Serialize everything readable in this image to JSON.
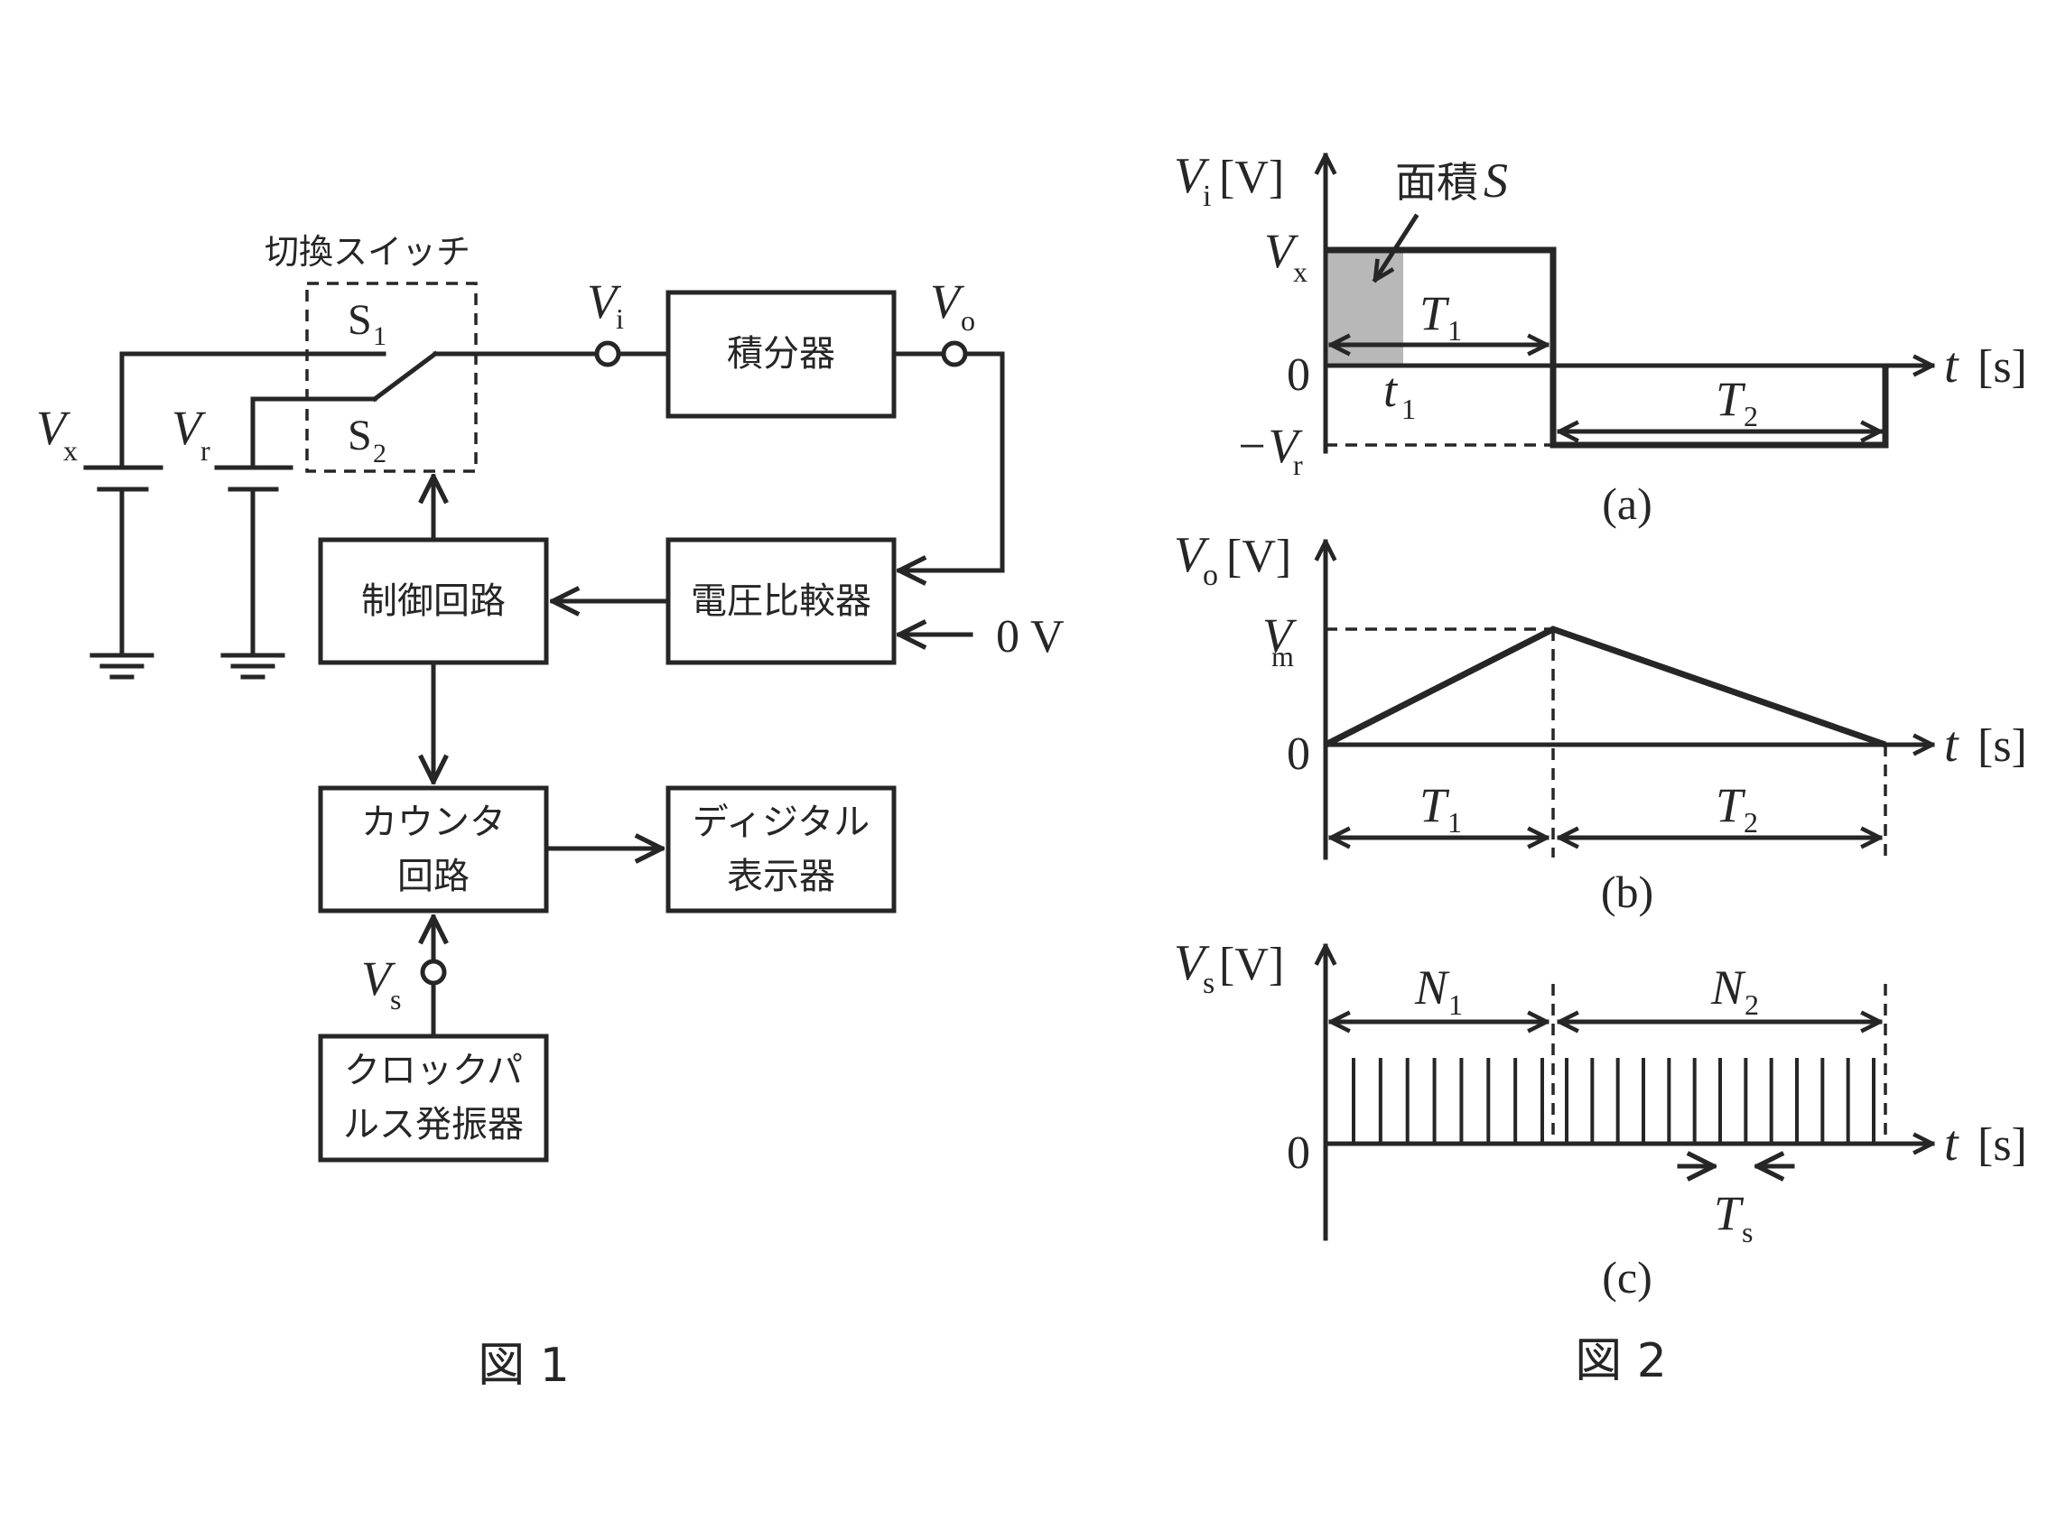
{
  "fig1": {
    "caption": "図 1",
    "switch_label": "切換スイッチ",
    "s1": "S",
    "s1_sub": "1",
    "s2": "S",
    "s2_sub": "2",
    "vx": "V",
    "vx_sub": "x",
    "vr": "V",
    "vr_sub": "r",
    "vi": "V",
    "vi_sub": "i",
    "vo": "V",
    "vo_sub": "o",
    "vs": "V",
    "vs_sub": "s",
    "zero_v": "0 V",
    "blocks": {
      "integrator": "積分器",
      "comparator": "電圧比較器",
      "control": "制御回路",
      "counter_l1": "カウンタ",
      "counter_l2": "回路",
      "display_l1": "ディジタル",
      "display_l2": "表示器",
      "clock_l1": "クロックパ",
      "clock_l2": "ルス発振器"
    }
  },
  "fig2": {
    "caption": "図 2",
    "a": {
      "label": "(a)",
      "y_axis": "V",
      "y_sub": "i",
      "y_unit": "[V]",
      "area_label": "面積",
      "area_sym": "S",
      "vx": "V",
      "vx_sub": "x",
      "zero": "0",
      "neg_vr": "−V",
      "neg_vr_sub": "r",
      "T1": "T",
      "T1_sub": "1",
      "t1": "t",
      "t1_sub": "1",
      "T2": "T",
      "T2_sub": "2",
      "x_axis": "t",
      "x_unit": "[s]"
    },
    "b": {
      "label": "(b)",
      "y_axis": "V",
      "y_sub": "o",
      "y_unit": "[V]",
      "vm": "V",
      "vm_sub": "m",
      "zero": "0",
      "T1": "T",
      "T1_sub": "1",
      "T2": "T",
      "T2_sub": "2",
      "x_axis": "t",
      "x_unit": "[s]"
    },
    "c": {
      "label": "(c)",
      "y_axis": "V",
      "y_sub": "s",
      "y_unit": "[V]",
      "zero": "0",
      "N1": "N",
      "N1_sub": "1",
      "N2": "N",
      "N2_sub": "2",
      "Ts": "T",
      "Ts_sub": "s",
      "x_axis": "t",
      "x_unit": "[s]",
      "pulses_in_T1": 8,
      "pulses_in_T2": 13
    }
  },
  "colors": {
    "line": "#262626",
    "area_fill": "#b8b8b8"
  }
}
